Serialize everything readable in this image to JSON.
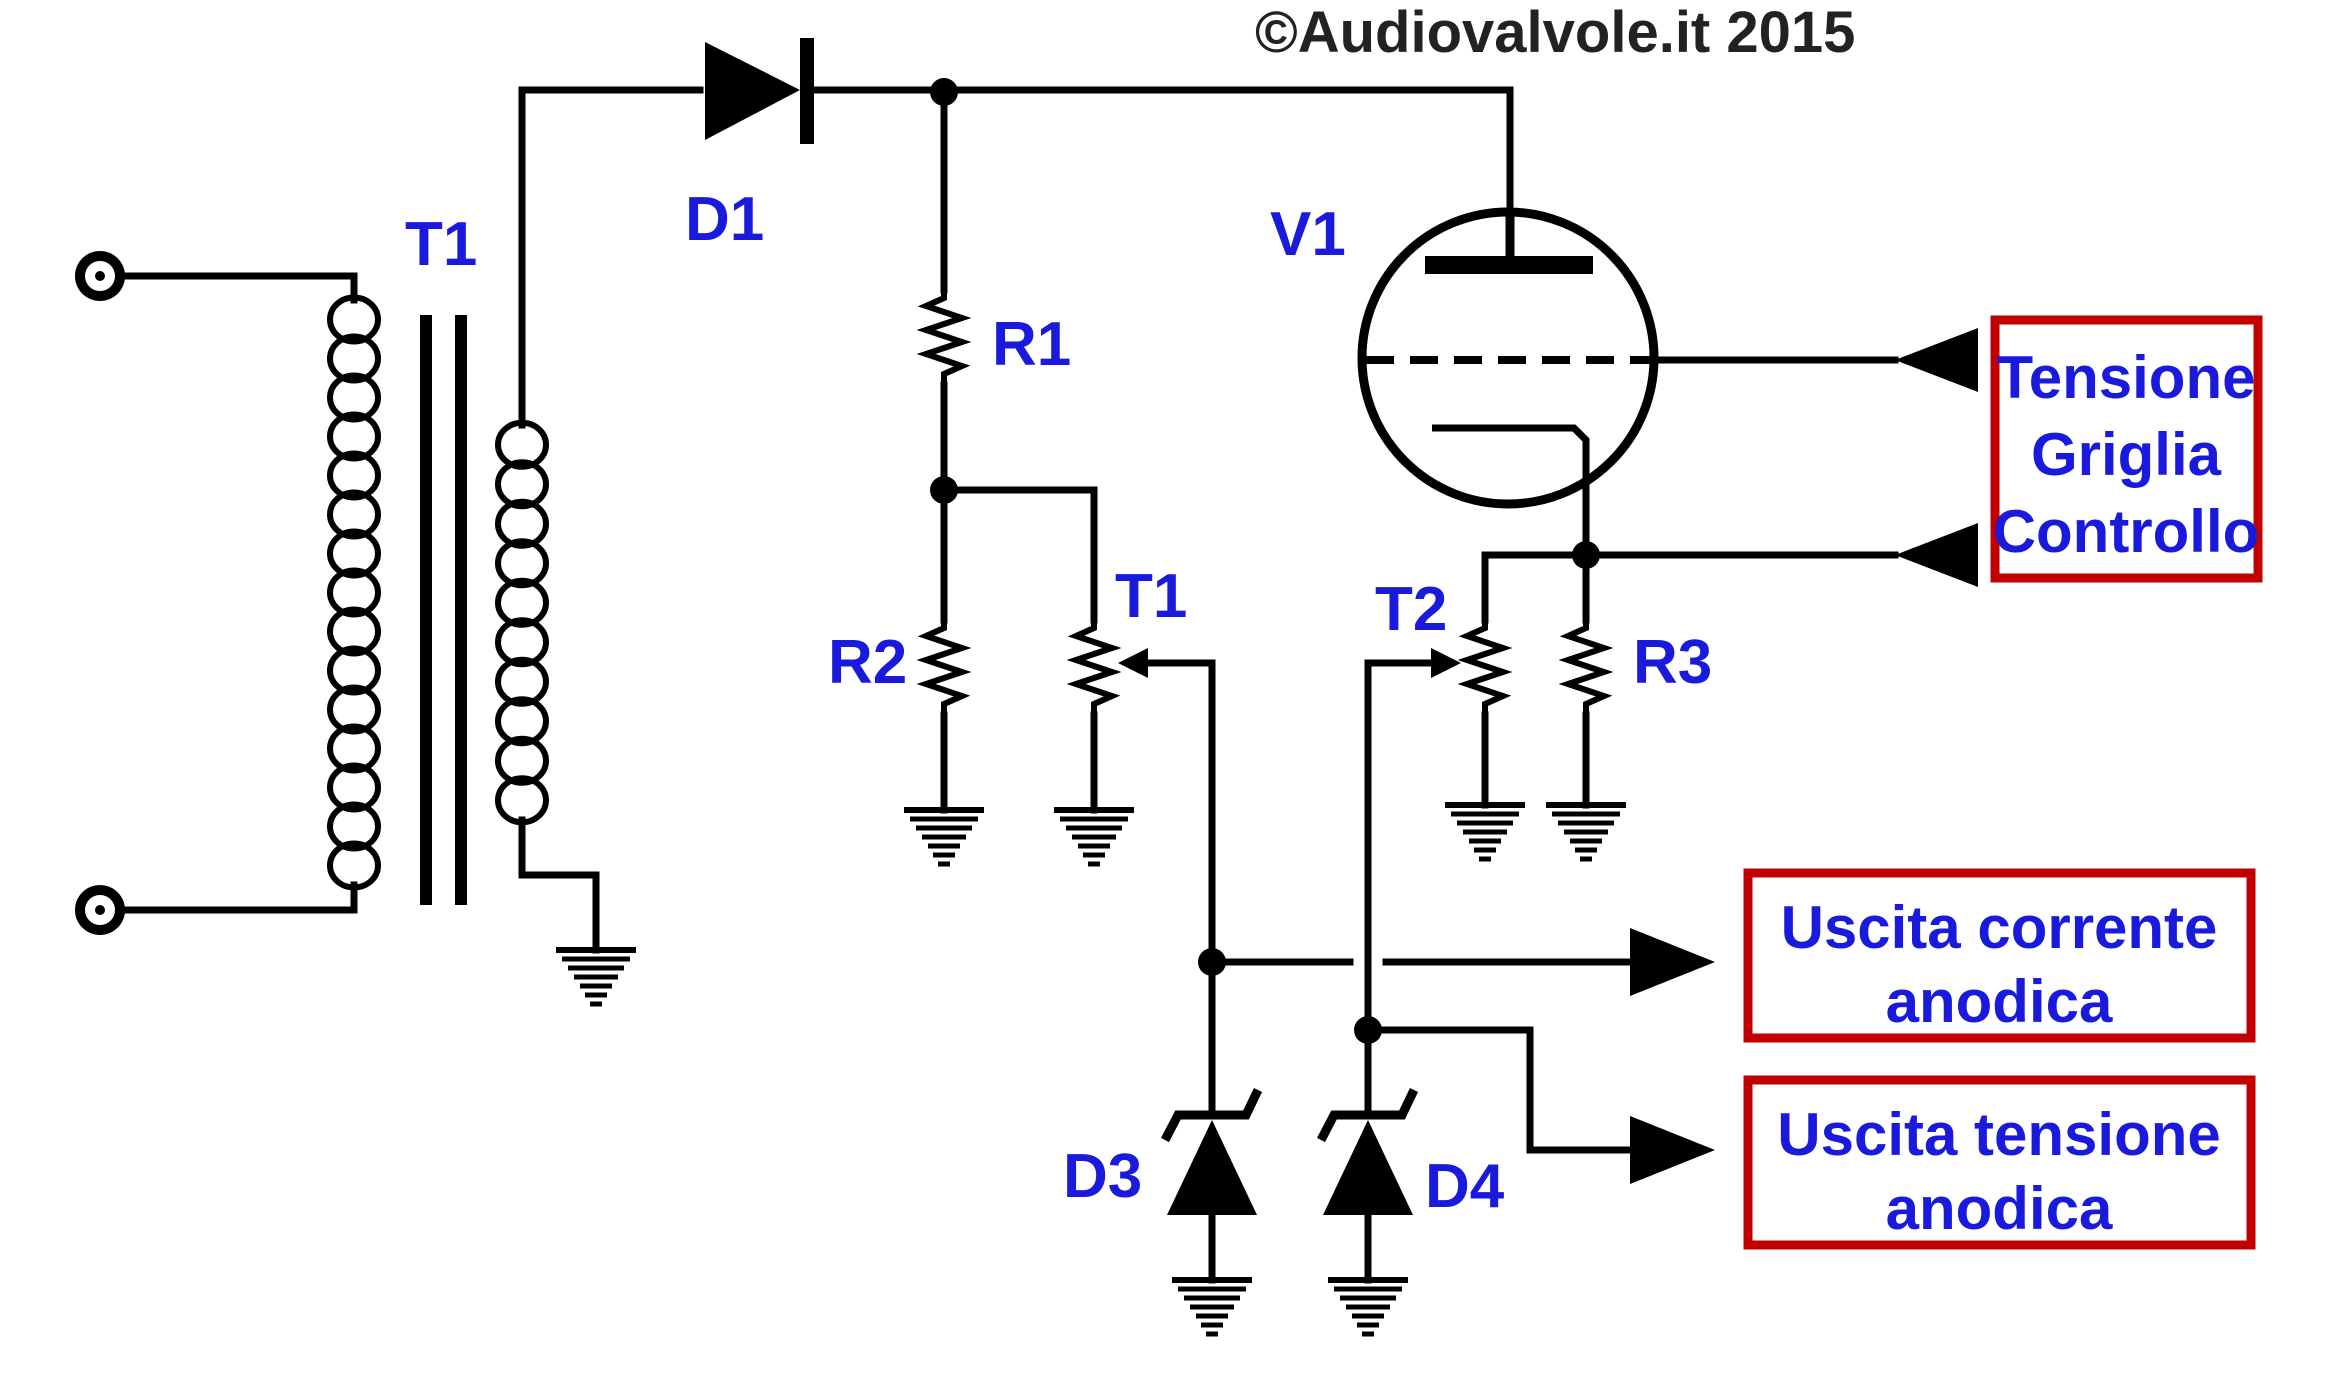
{
  "copyright": "©Audiovalvole.it 2015",
  "labels": {
    "transformer": "T1",
    "diode_d1": "D1",
    "tube": "V1",
    "r1": "R1",
    "r2": "R2",
    "r3": "R3",
    "trimmer_t1": "T1",
    "trimmer_t2": "T2",
    "zener_d3": "D3",
    "zener_d4": "D4"
  },
  "boxes": {
    "grid": [
      "Tensione",
      "Griglia",
      "Controllo"
    ],
    "current": [
      "Uscita corrente",
      "anodica"
    ],
    "voltage": [
      "Uscita tensione",
      "anodica"
    ]
  },
  "colors": {
    "label": "#1a1adc",
    "box_border": "#c00000",
    "wire": "#000000"
  }
}
